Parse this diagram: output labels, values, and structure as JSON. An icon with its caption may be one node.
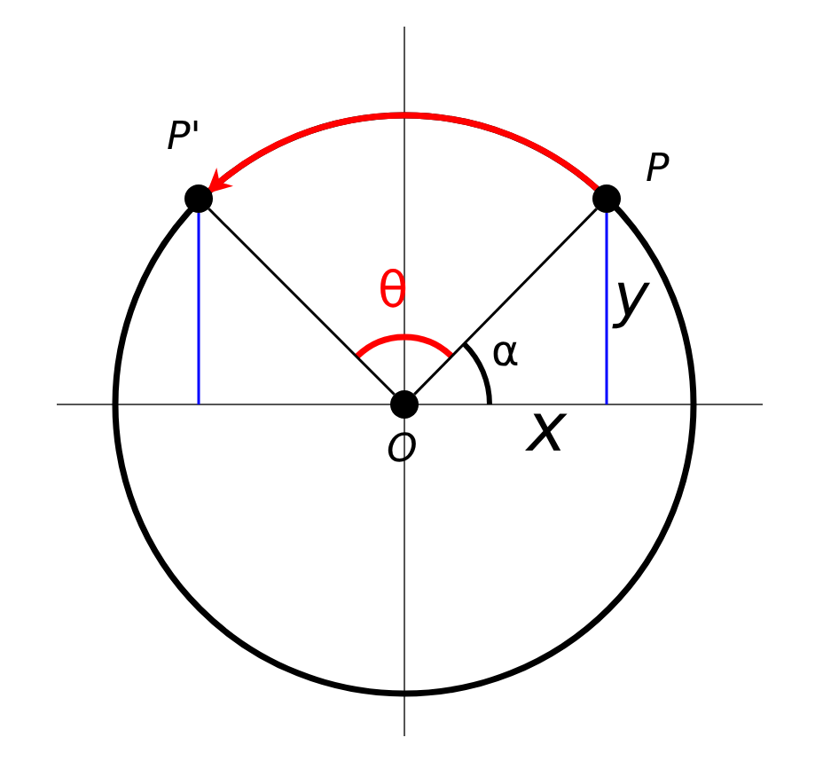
{
  "diagram": {
    "nodes": [
      {
        "text": [],
        "shape": "circle",
        "beside": [
          "P'"
        ]
      },
      {
        "text": [],
        "shape": "circle",
        "beside": [
          "P"
        ]
      },
      {
        "text": [],
        "shape": "circle",
        "beside": [
          "O"
        ]
      }
    ],
    "edges": [
      {
        "from": 2,
        "to": 0,
        "arrow": "none"
      },
      {
        "from": 2,
        "to": 1,
        "arrow": "none"
      },
      {
        "from": 1,
        "to": 0,
        "arrow": "to",
        "style": "thick",
        "color": "#ff0000"
      },
      {
        "from": 0,
        "to": null,
        "arrow": "none",
        "color": "#0000ff"
      },
      {
        "from": 1,
        "to": null,
        "arrow": "none",
        "color": "#0000ff"
      }
    ],
    "labels": [
      "θ",
      "α",
      "y",
      "x"
    ]
  }
}
